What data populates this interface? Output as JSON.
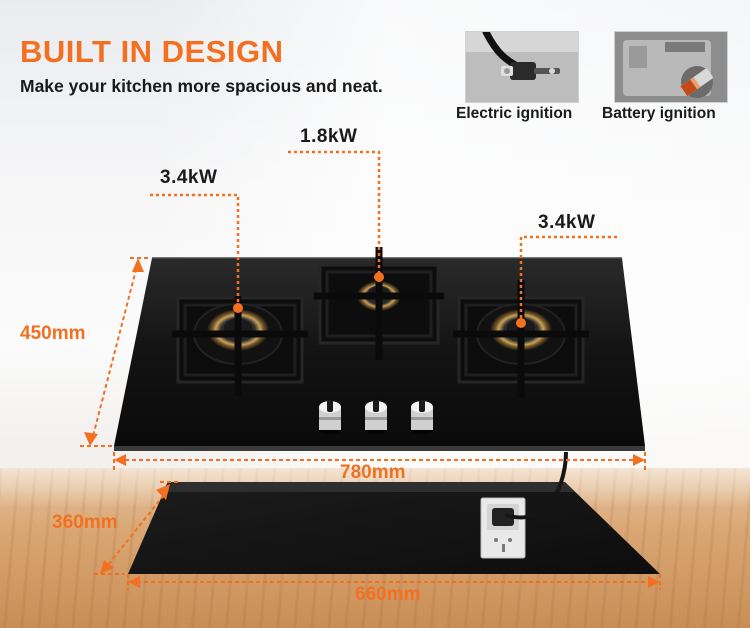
{
  "header": {
    "title": "BUILT IN DESIGN",
    "subtitle": "Make your kitchen more spacious and neat."
  },
  "ignition": {
    "electric_label": "Electric ignition",
    "electric_icon": "power-plug-icon",
    "battery_label": "Battery ignition",
    "battery_icon": "battery-icon"
  },
  "burners": {
    "left_power": "3.4kW",
    "center_power": "1.8kW",
    "right_power": "3.4kW"
  },
  "dimensions": {
    "depth": "450mm",
    "width": "780mm",
    "cutout_depth": "360mm",
    "cutout_width": "660mm"
  },
  "colors": {
    "accent": "#f37021",
    "glass": "#141414",
    "text": "#1a1a1a"
  }
}
